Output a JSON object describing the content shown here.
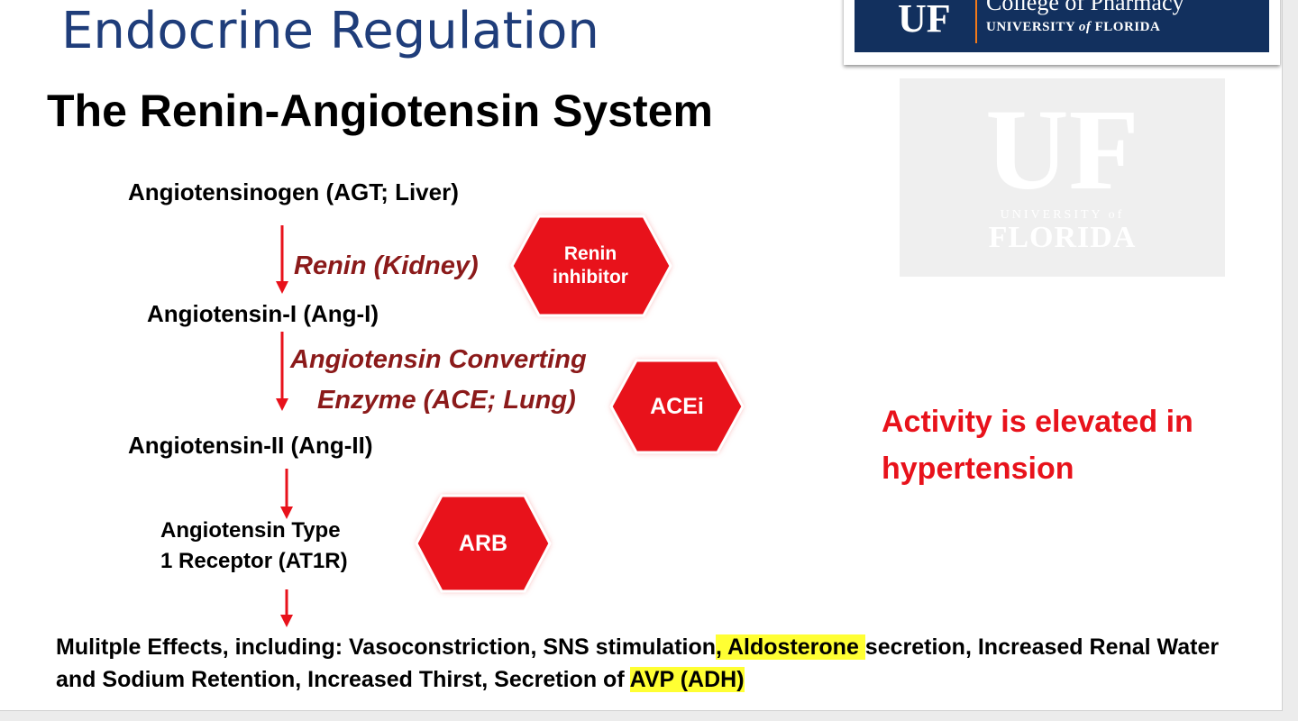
{
  "title": "Endocrine Regulation",
  "subtitle": "The Renin-Angiotensin System",
  "logo": {
    "mark": "UF",
    "college": "College of Pharmacy",
    "university_prefix": "UNIVERSITY ",
    "university_of": "of",
    "university_suffix": " FLORIDA"
  },
  "watermark": {
    "mark": "UF",
    "university": "UNIVERSITY of",
    "state": "FLORIDA"
  },
  "pathway": {
    "nodes": [
      "Angiotensinogen (AGT; Liver)",
      "Angiotensin-I (Ang-I)",
      "Angiotensin-II (Ang-II)",
      "Angiotensin Type",
      "1 Receptor (AT1R)"
    ],
    "enzymes": [
      "Renin (Kidney)",
      "Angiotensin Converting",
      "Enzyme (ACE; Lung)"
    ],
    "inhibitors": [
      {
        "line1": "Renin",
        "line2": "inhibitor"
      },
      {
        "line1": "ACEi"
      },
      {
        "line1": "ARB"
      }
    ]
  },
  "note": "Activity is elevated in hypertension",
  "effects": {
    "part1": "Mulitple Effects, including: Vasoconstriction, SNS stimulation",
    "highlight1": ", Aldosterone ",
    "part2": "secretion, Increased Renal Water and Sodium Retention, Increased Thirst, Secretion of ",
    "highlight2": "AVP (ADH)"
  },
  "colors": {
    "title": "#1f3d7a",
    "arrow": "#e8121b",
    "hexagon": "#e8121b",
    "enzyme_text": "#8b1a1a",
    "highlight": "#ffff33",
    "logo_band": "#12305e"
  },
  "icons": {
    "arrow": "arrow-down-icon",
    "inhibitor_shape": "hexagon-stop-icon"
  }
}
